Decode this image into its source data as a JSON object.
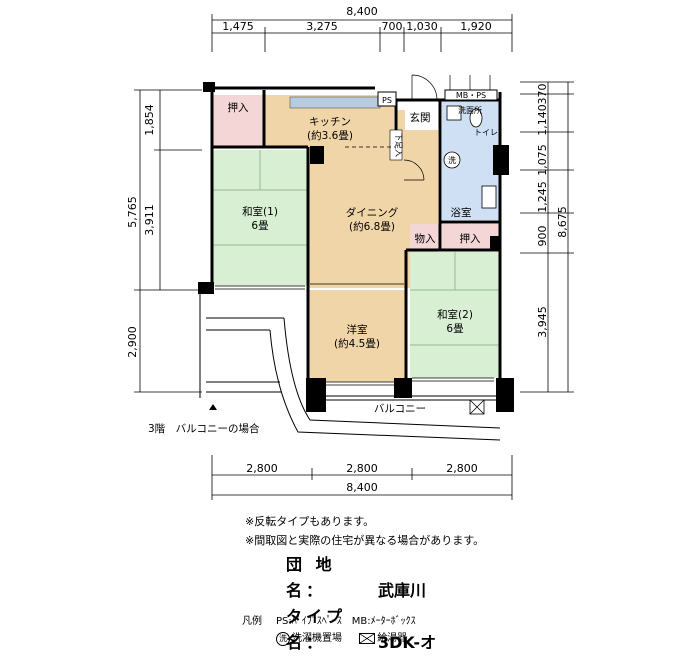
{
  "dimensions": {
    "top_total": "8,400",
    "top_segments": [
      "1,475",
      "3,275",
      "700",
      "1,030",
      "1,920"
    ],
    "bottom_segments": [
      "2,800",
      "2,800",
      "2,800"
    ],
    "bottom_total": "8,400",
    "left_segments": [
      "1,854",
      "3,911",
      "2,900"
    ],
    "left_total": "5,765",
    "right_segments": [
      "370",
      "1,140",
      "1,075",
      "1,245",
      "900",
      "3,945"
    ],
    "right_total": "8,675"
  },
  "rooms": {
    "kitchen_name": "キッチン",
    "kitchen_size": "(約3.6畳)",
    "dining_name": "ダイニング",
    "dining_size": "(約6.8畳)",
    "washitsu1_name": "和室(1)",
    "washitsu1_size": "6畳",
    "washitsu2_name": "和室(2)",
    "washitsu2_size": "6畳",
    "youshitsu_name": "洋室",
    "youshitsu_size": "(約4.5畳)",
    "oshiire1": "押入",
    "oshiire2": "押入",
    "monoire": "物入",
    "genkan": "玄関",
    "senmenjo": "洗面所",
    "toilet": "トイレ",
    "yokushitsu": "浴室",
    "balcony": "バルコニー",
    "ps": "PS",
    "mb_ps": "MB・PS",
    "shoe_box": "下足入",
    "wash_mark": "洗"
  },
  "floor_note": "3階　バルコニーの場合",
  "notes": [
    "※反転タイプもあります。",
    "※間取図と実際の住宅が異なる場合があります。"
  ],
  "spec": {
    "danchi_label": "団 地 名：",
    "danchi_value": "武庫川",
    "type_label": "タイプ名：",
    "type_value": "3DK-オ"
  },
  "legend": {
    "title": "凡例",
    "ps_text": "PS:ﾊﾟｲﾌﾟｽﾍﾟｰｽ　MB:ﾒｰﾀｰﾎﾞｯｸｽ",
    "wash_text": "洗濯機置場",
    "heater_text": "給湯器",
    "wash_mark": "洗"
  },
  "colors": {
    "tatami": "#d9efd4",
    "closet": "#f4d6d6",
    "wood_floor": "#f0d5a8",
    "bath": "#cfe0f4",
    "wall": "#000000",
    "kitchen_counter": "#b9cbe0"
  }
}
